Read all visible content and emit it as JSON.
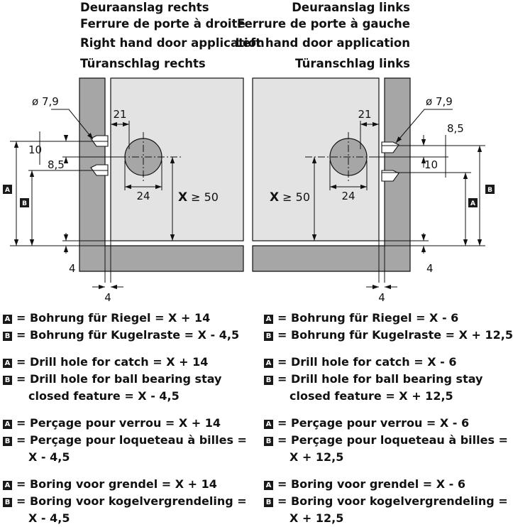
{
  "headers": {
    "right": [
      "Deuraanslag rechts",
      "Ferrure de porte à droite",
      "Right hand door application",
      "Türanschlag rechts"
    ],
    "left": [
      "Deuraanslag links",
      "Ferrure de porte à gauche",
      "Left hand door application",
      "Türanschlag links"
    ]
  },
  "dims": {
    "dia": "ø 7,9",
    "d21": "21",
    "d24": "24",
    "d10": "10",
    "d85": "8,5",
    "d4": "4",
    "x_prefix": "X",
    "x_suffix": "≥ 50",
    "badge_a": "A",
    "badge_b": "B"
  },
  "legend_right": [
    {
      "badge": "A",
      "text": "= Bohrung für Riegel = X + 14"
    },
    {
      "badge": "B",
      "text": "= Bohrung für Kugelraste = X - 4,5"
    },
    {
      "gap": true
    },
    {
      "badge": "A",
      "text": "= Drill hole for catch = X + 14"
    },
    {
      "badge": "B",
      "text": "= Drill hole for ball bearing stay"
    },
    {
      "badge": "",
      "text": "closed feature = X - 4,5"
    },
    {
      "gap": true
    },
    {
      "badge": "A",
      "text": "= Perçage pour verrou = X + 14"
    },
    {
      "badge": "B",
      "text": "= Perçage pour loqueteau à billes ="
    },
    {
      "badge": "",
      "text": "X - 4,5"
    },
    {
      "gap": true
    },
    {
      "badge": "A",
      "text": "= Boring voor grendel = X + 14"
    },
    {
      "badge": "B",
      "text": "= Boring voor kogelvergrendeling ="
    },
    {
      "badge": "",
      "text": "X - 4,5"
    }
  ],
  "legend_left": [
    {
      "badge": "A",
      "text": "= Bohrung für Riegel = X - 6"
    },
    {
      "badge": "B",
      "text": "= Bohrung für Kugelraste = X + 12,5"
    },
    {
      "gap": true
    },
    {
      "badge": "A",
      "text": "= Drill hole for catch = X - 6"
    },
    {
      "badge": "B",
      "text": "= Drill hole for ball bearing stay"
    },
    {
      "badge": "",
      "text": "closed feature = X + 12,5"
    },
    {
      "gap": true
    },
    {
      "badge": "A",
      "text": "= Perçage pour verrou = X - 6"
    },
    {
      "badge": "B",
      "text": "= Perçage pour loqueteau à billes ="
    },
    {
      "badge": "",
      "text": "X + 12,5"
    },
    {
      "gap": true
    },
    {
      "badge": "A",
      "text": "= Boring voor grendel = X - 6"
    },
    {
      "badge": "B",
      "text": "= Boring voor kogelvergrendeling ="
    },
    {
      "badge": "",
      "text": "X + 12,5"
    }
  ]
}
